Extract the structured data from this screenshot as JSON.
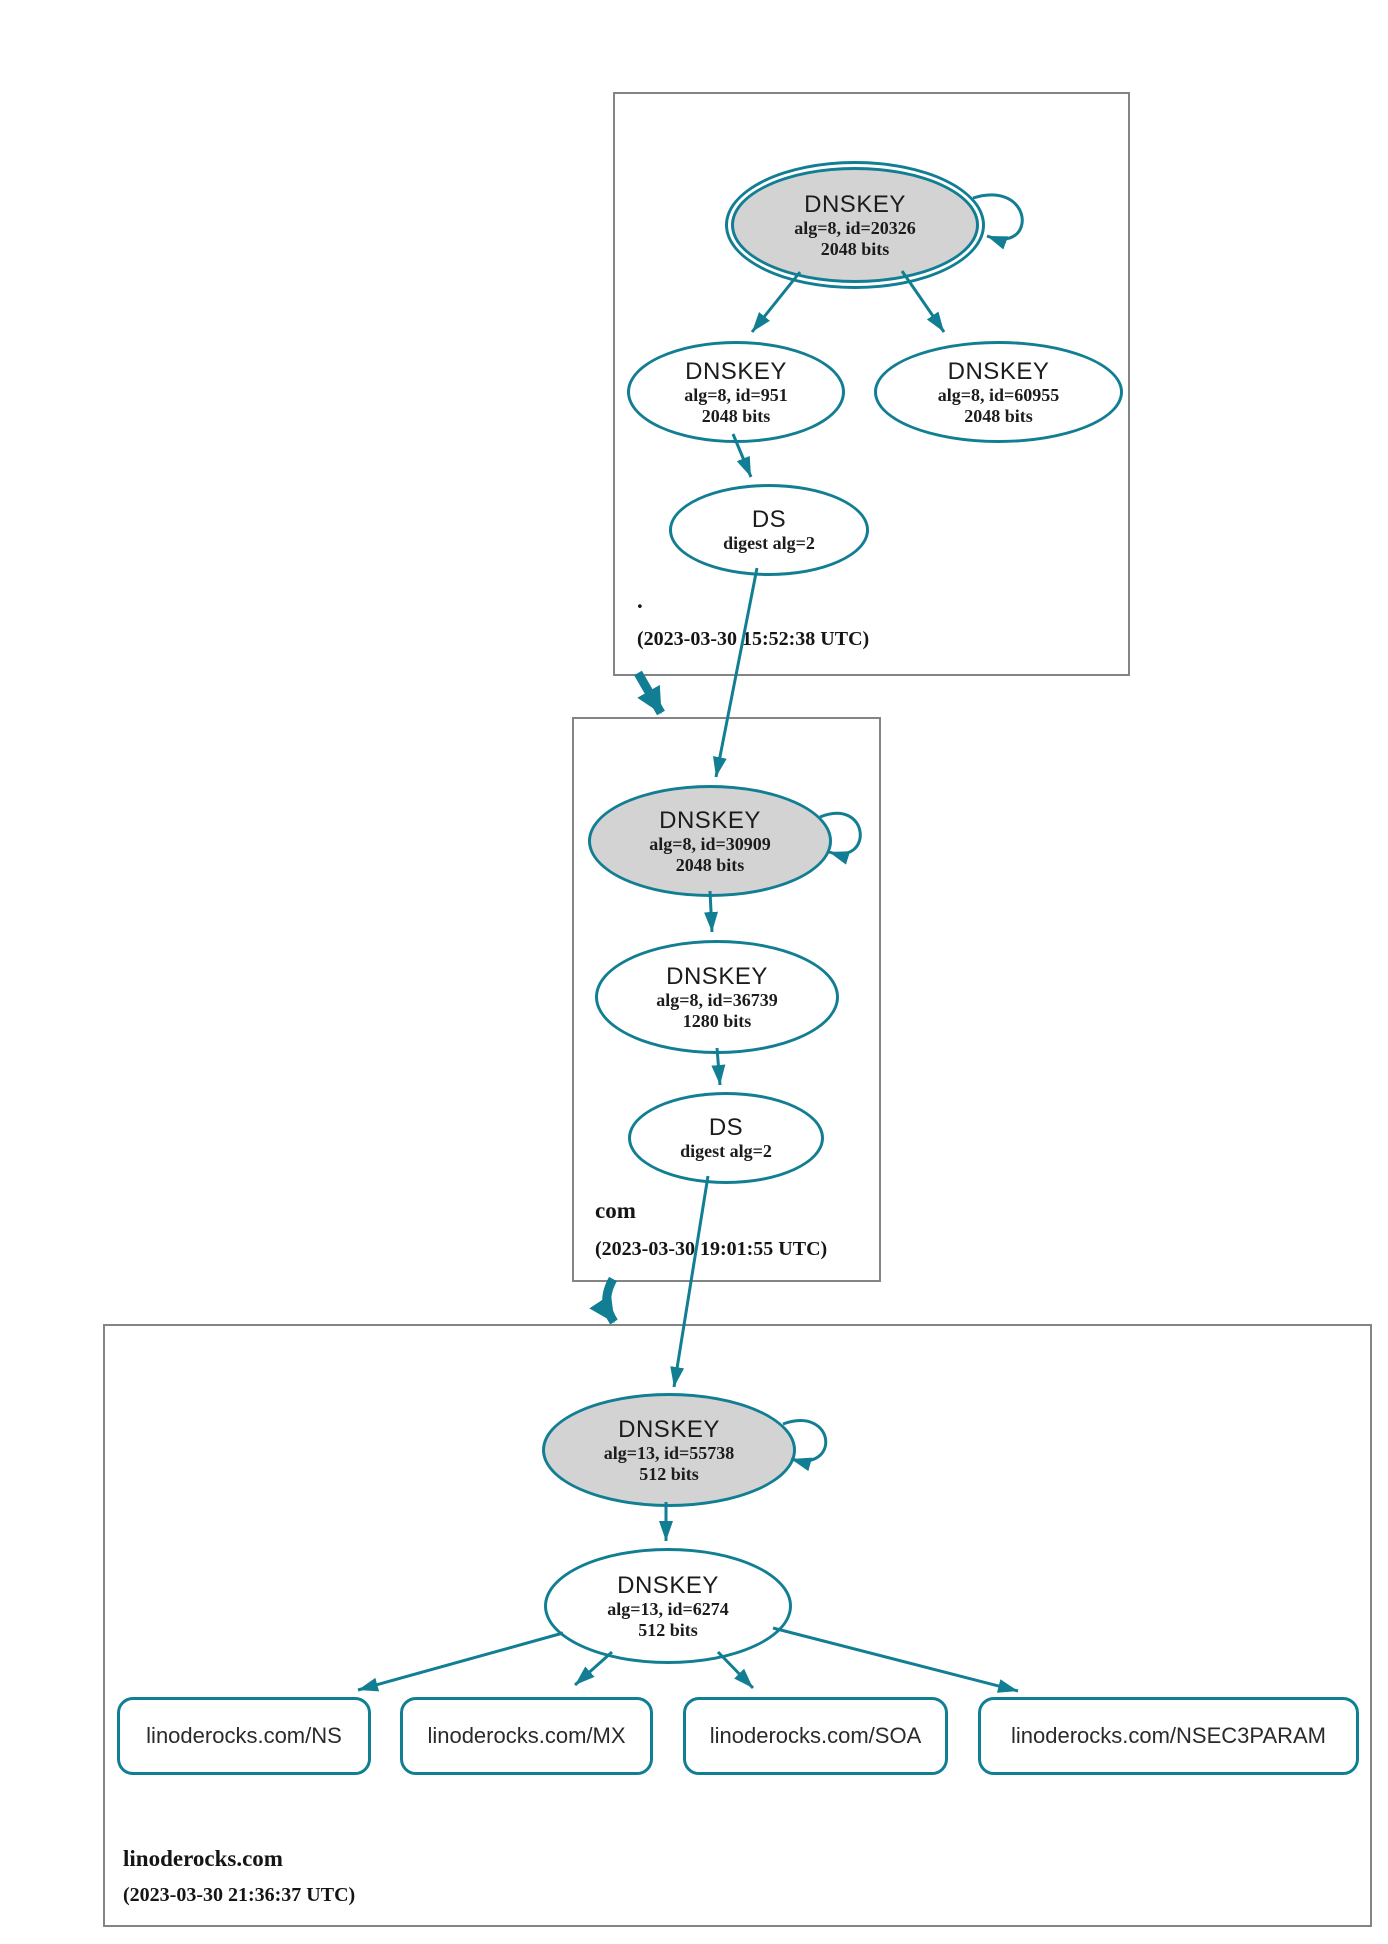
{
  "colors": {
    "edge": "#117e93",
    "ksk_fill": "#d3d3d3",
    "box_border": "#848484"
  },
  "zones": {
    "root": {
      "label": ".",
      "timestamp": "(2023-03-30 15:52:38 UTC)",
      "nodes": {
        "ksk": {
          "type": "DNSKEY",
          "alg": "alg=8, id=20326",
          "bits": "2048 bits"
        },
        "zsk_951": {
          "type": "DNSKEY",
          "alg": "alg=8, id=951",
          "bits": "2048 bits"
        },
        "zsk_60955": {
          "type": "DNSKEY",
          "alg": "alg=8, id=60955",
          "bits": "2048 bits"
        },
        "ds": {
          "type": "DS",
          "alg": "digest alg=2"
        }
      }
    },
    "com": {
      "label": "com",
      "timestamp": "(2023-03-30 19:01:55 UTC)",
      "nodes": {
        "ksk": {
          "type": "DNSKEY",
          "alg": "alg=8, id=30909",
          "bits": "2048 bits"
        },
        "zsk": {
          "type": "DNSKEY",
          "alg": "alg=8, id=36739",
          "bits": "1280 bits"
        },
        "ds": {
          "type": "DS",
          "alg": "digest alg=2"
        }
      }
    },
    "linoderocks": {
      "label": "linoderocks.com",
      "timestamp": "(2023-03-30 21:36:37 UTC)",
      "nodes": {
        "ksk": {
          "type": "DNSKEY",
          "alg": "alg=13, id=55738",
          "bits": "512 bits"
        },
        "zsk": {
          "type": "DNSKEY",
          "alg": "alg=13, id=6274",
          "bits": "512 bits"
        }
      },
      "rrsets": [
        {
          "label": "linoderocks.com/NS"
        },
        {
          "label": "linoderocks.com/MX"
        },
        {
          "label": "linoderocks.com/SOA"
        },
        {
          "label": "linoderocks.com/NSEC3PARAM"
        }
      ]
    }
  }
}
